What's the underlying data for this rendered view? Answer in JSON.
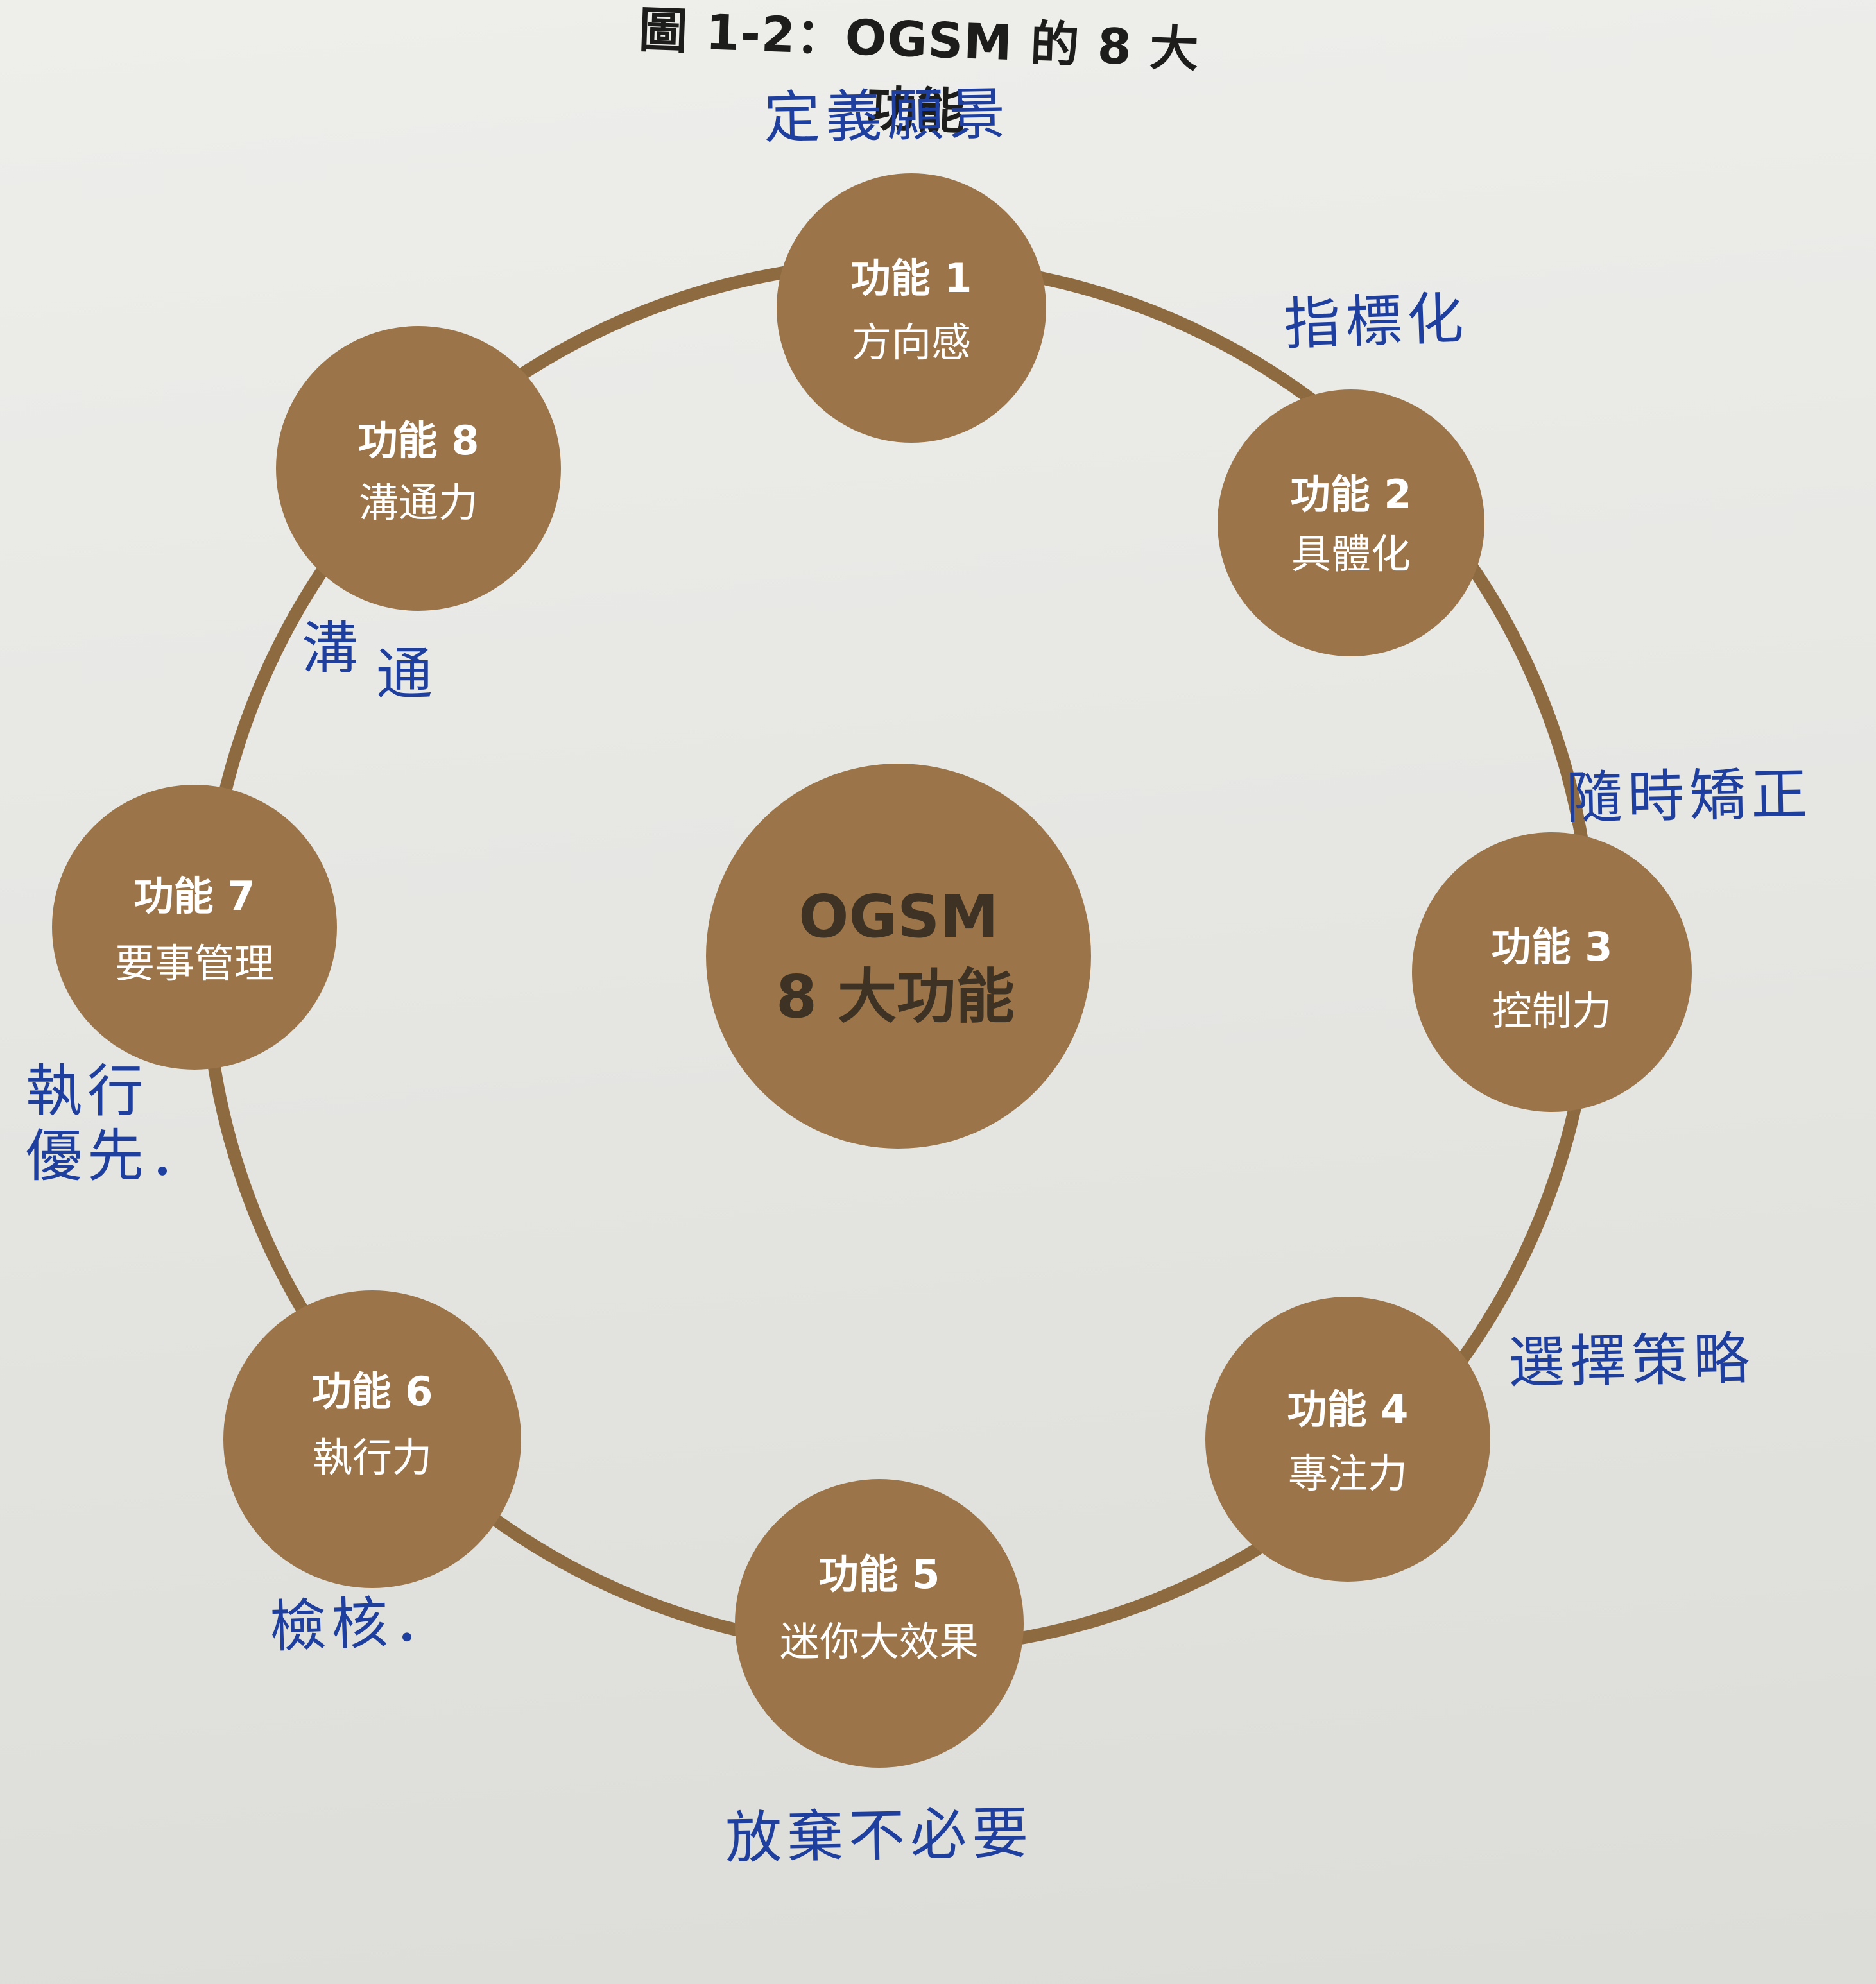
{
  "caption": "圖 1-2：OGSM 的 8 大功能",
  "center": {
    "line1": "OGSM",
    "line2": "8 大功能"
  },
  "nodes": [
    {
      "title": "功能 1",
      "name": "方向感"
    },
    {
      "title": "功能 2",
      "name": "具體化"
    },
    {
      "title": "功能 3",
      "name": "控制力"
    },
    {
      "title": "功能 4",
      "name": "專注力"
    },
    {
      "title": "功能 5",
      "name": "迷你大效果"
    },
    {
      "title": "功能 6",
      "name": "執行力"
    },
    {
      "title": "功能 7",
      "name": "要事管理"
    },
    {
      "title": "功能 8",
      "name": "溝通力"
    }
  ],
  "handwritten_notes": {
    "n1": "定義願景",
    "n2": "指標化",
    "n3": "隨時矯正",
    "n4": "選擇策略",
    "n5": "放棄不必要",
    "n6": "檢核．",
    "n7_line1": "執行",
    "n7_line2": "優先．",
    "n8_line1": "溝",
    "n8_line2": "通"
  },
  "colors": {
    "node_fill": "#9b7549",
    "ring": "#8d6a40",
    "ink": "#1f3f9e"
  }
}
